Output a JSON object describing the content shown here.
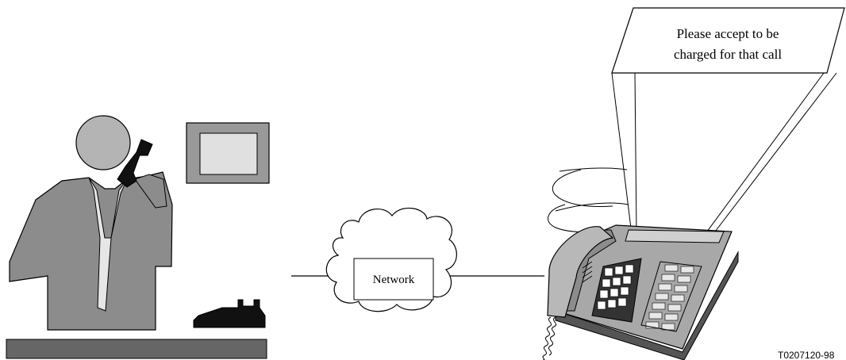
{
  "callout": {
    "line1": "Please accept to be",
    "line2": "charged for that call"
  },
  "network": {
    "label": "Network"
  },
  "figure_id": "T0207120-98",
  "colors": {
    "figure_gray": "#8c8c8c",
    "head_gray": "#b4b4b4",
    "desk_gray": "#666666",
    "phone_gray": "#a8a8a8",
    "outline": "#000000"
  }
}
